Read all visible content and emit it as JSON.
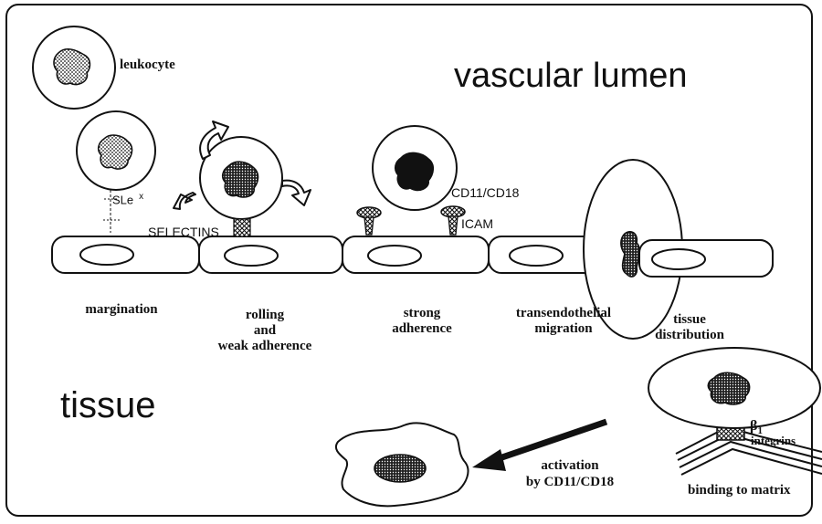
{
  "labels": {
    "leukocyte": "leukocyte",
    "vascular_lumen": "vascular lumen",
    "sle": "SLe",
    "sle_sup": "x",
    "selectins": "SELECTINS",
    "cd11_cd18": "CD11/CD18",
    "icam": "ICAM",
    "tissue": "tissue",
    "beta": "β",
    "beta_sub": "1",
    "integrins": "integrins",
    "binding_to_matrix": "binding to matrix",
    "activation_line1": "activation",
    "activation_line2": "by CD11/CD18"
  },
  "stages": [
    {
      "lines": [
        "margination"
      ]
    },
    {
      "lines": [
        "rolling",
        "and",
        "weak adherence"
      ]
    },
    {
      "lines": [
        "strong",
        "adherence"
      ]
    },
    {
      "lines": [
        "transendothelial",
        "migration"
      ]
    },
    {
      "lines": [
        "tissue",
        "distribution"
      ]
    }
  ]
}
